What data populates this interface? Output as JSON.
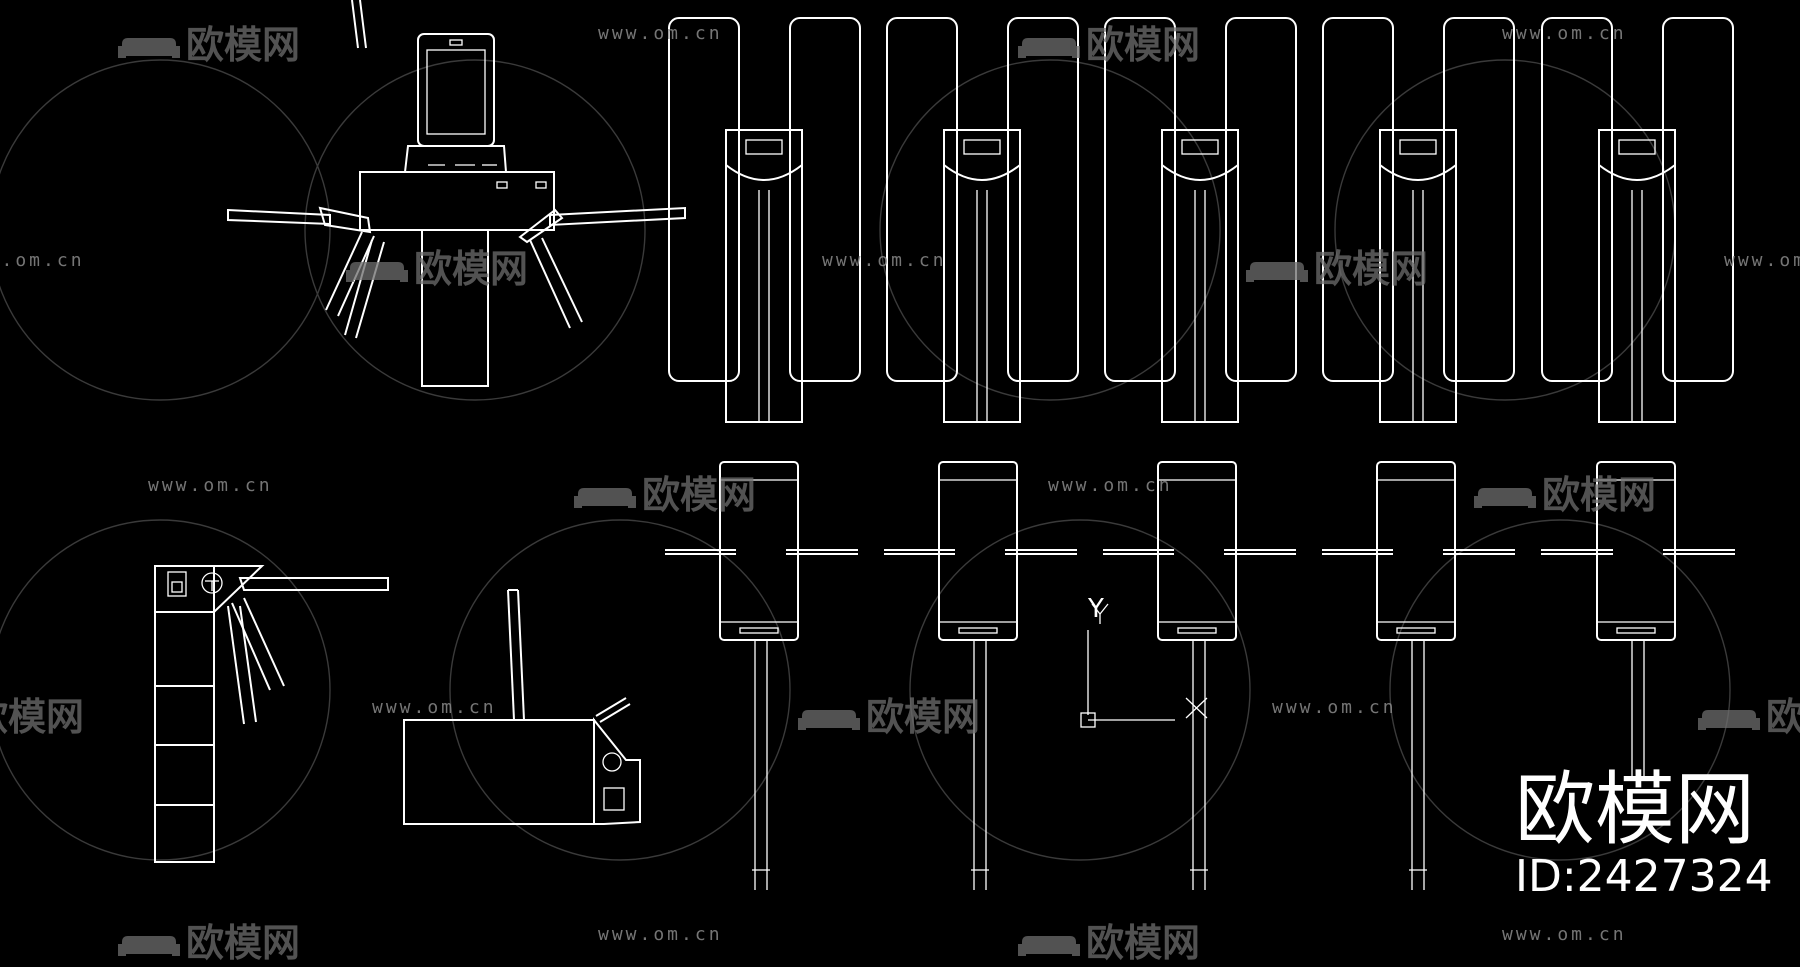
{
  "watermark": {
    "url": "www.om.cn",
    "logo_text": "欧模网"
  },
  "brand": {
    "name": "欧模网",
    "id_text": "ID:2427324"
  },
  "drawing": {
    "axis_y": "Y",
    "colors": {
      "background": "#000000",
      "line": "#ffffff",
      "watermark": "#8a8a8a"
    }
  }
}
